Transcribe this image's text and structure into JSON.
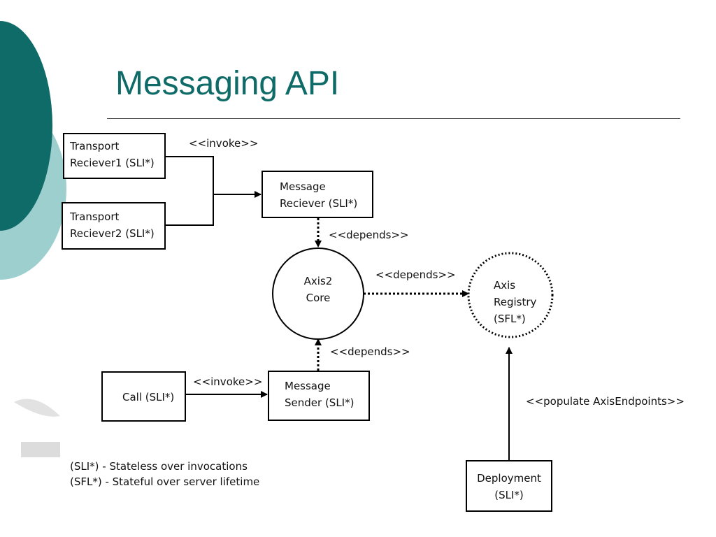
{
  "slide": {
    "title": "Messaging API",
    "colors": {
      "title": "#0f6b68",
      "deco_dark": "#0f6b68",
      "deco_light": "#9ecfcf"
    }
  },
  "diagram": {
    "nodes": {
      "transport1": [
        "Transport",
        "Reciever1 (SLI*)"
      ],
      "transport2": [
        "Transport",
        "Reciever2 (SLI*)"
      ],
      "receiver": [
        "Message",
        "Reciever (SLI*)"
      ],
      "core": [
        "Axis2",
        "Core"
      ],
      "registry": [
        "Axis",
        "Registry",
        "(SFL*)"
      ],
      "call": "Call (SLI*)",
      "sender": [
        "Message",
        "Sender (SLI*)"
      ],
      "deployment": [
        "Deployment",
        "(SLI*)"
      ]
    },
    "labels": {
      "invoke_top": "<<invoke>>",
      "depends_receiver": "<<depends>>",
      "depends_registry": "<<depends>>",
      "depends_sender": "<<depends>>",
      "invoke_call": "<<invoke>>",
      "populate": "<<populate AxisEndpoints>>"
    },
    "legend": [
      "(SLI*) - Stateless over invocations",
      "(SFL*) - Stateful over server lifetime"
    ]
  }
}
